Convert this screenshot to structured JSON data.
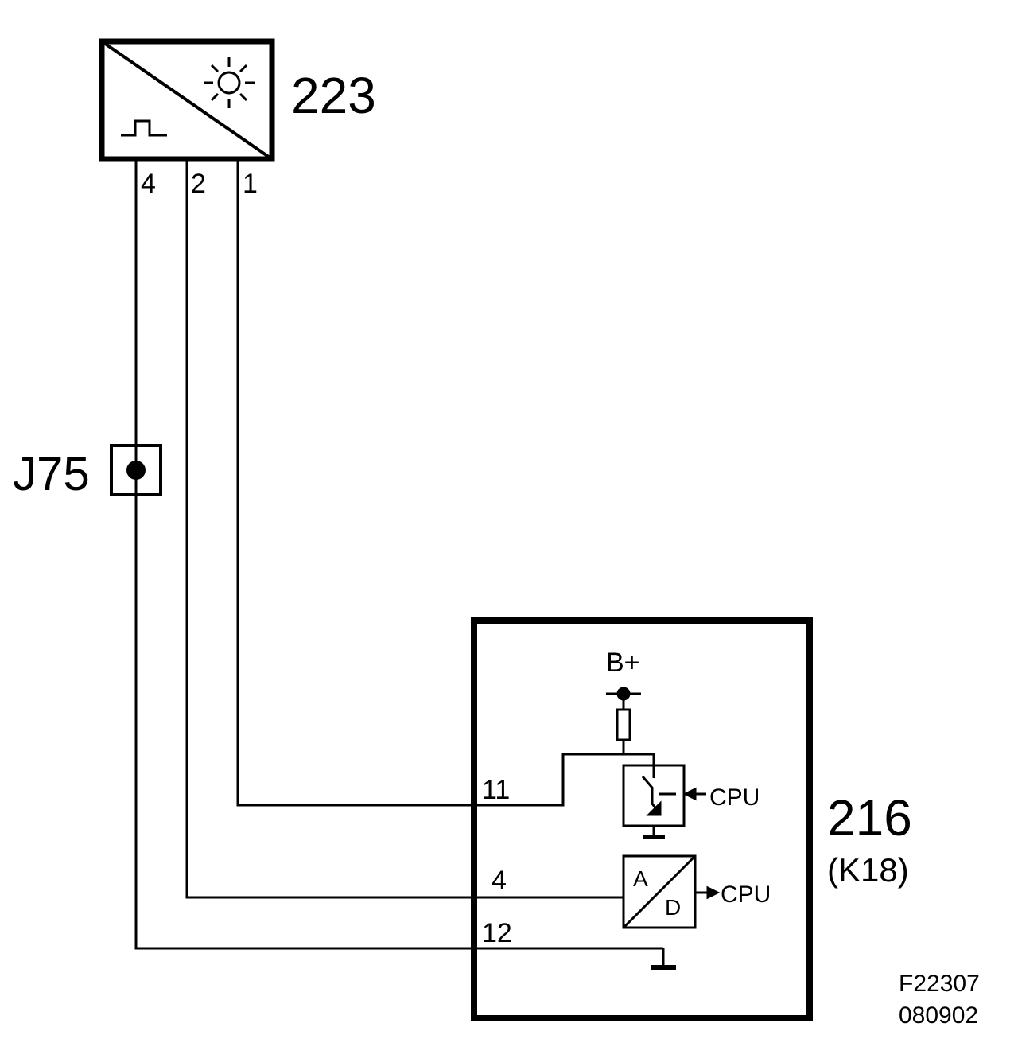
{
  "component_223": {
    "label": "223",
    "pins": {
      "p4": "4",
      "p2": "2",
      "p1": "1"
    },
    "icons": [
      "sun-icon",
      "square-pulse-icon"
    ]
  },
  "connector_j75": {
    "label": "J75"
  },
  "component_216": {
    "label": "216",
    "sublabel": "(K18)",
    "pins": {
      "p11": "11",
      "p4": "4",
      "p12": "12"
    },
    "supply_label": "B+",
    "switch_cpu_label": "CPU",
    "ad_cpu_label": "CPU",
    "ad_in_label": "A",
    "ad_out_label": "D"
  },
  "footer": {
    "code": "F22307",
    "date": "080902"
  },
  "colors": {
    "line": "#000000",
    "background": "#ffffff"
  }
}
